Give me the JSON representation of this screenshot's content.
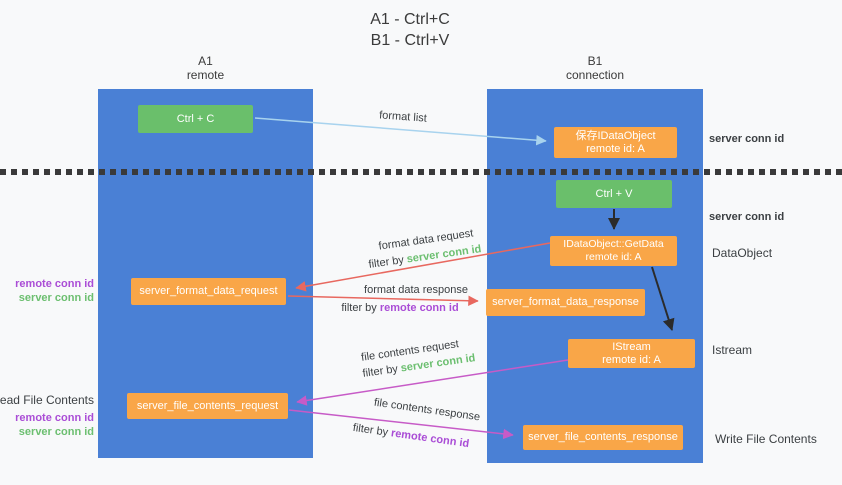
{
  "title": {
    "line1": "A1 - Ctrl+C",
    "line2": "B1 - Ctrl+V"
  },
  "lanes": {
    "a1": {
      "name": "A1",
      "role": "remote"
    },
    "b1": {
      "name": "B1",
      "role": "connection"
    }
  },
  "nodes": {
    "ctrl_c": {
      "label": "Ctrl + C"
    },
    "ctrl_v": {
      "label": "Ctrl + V"
    },
    "save_dataobject": {
      "line1": "保存IDataObject",
      "line2": "remote id: A"
    },
    "getdata": {
      "line1": "IDataObject::GetData",
      "line2": "remote id: A"
    },
    "istream": {
      "line1": "IStream",
      "line2": "remote id: A"
    },
    "server_format_data_request": {
      "label": "server_format_data_request"
    },
    "server_format_data_response": {
      "label": "server_format_data_response"
    },
    "server_file_contents_request": {
      "label": "server_file_contents_request"
    },
    "server_file_contents_response": {
      "label": "server_file_contents_response"
    }
  },
  "edges": {
    "format_list": {
      "label": "format list"
    },
    "format_data_request": {
      "label": "format data request",
      "filter_prefix": "filter by ",
      "filter_key": "server conn id"
    },
    "format_data_response": {
      "label": "format data response",
      "filter_prefix": "filter by ",
      "filter_key": "remote conn id"
    },
    "file_contents_request": {
      "label": "file contents request",
      "filter_prefix": "filter by ",
      "filter_key": "server conn id"
    },
    "file_contents_response": {
      "label": "file contents response",
      "filter_prefix": "filter by ",
      "filter_key": "remote conn id"
    }
  },
  "annotations": {
    "right_server_conn_id_top": "server conn id",
    "right_server_conn_id_mid": "server conn id",
    "right_dataobject": "DataObject",
    "right_istream": "Istream",
    "right_write_file_contents": "Write File Contents",
    "left_remote_conn_id_top": "remote conn id",
    "left_server_conn_id_top": "server conn id",
    "left_read_file_contents": "Read File Contents",
    "left_remote_conn_id_bottom": "remote conn id",
    "left_server_conn_id_bottom": "server conn id"
  },
  "colors": {
    "lane_blue": "#4a80d5",
    "node_green": "#6abf6b",
    "node_orange": "#f9a648",
    "arrow_salmon": "#e8685f",
    "arrow_magenta": "#c75bc7",
    "arrow_lightblue": "#a8d3ee",
    "arrow_black": "#2b2b2b",
    "text_green": "#6cbf70",
    "text_purple": "#aa4dd6",
    "background": "#f8f9fa"
  }
}
